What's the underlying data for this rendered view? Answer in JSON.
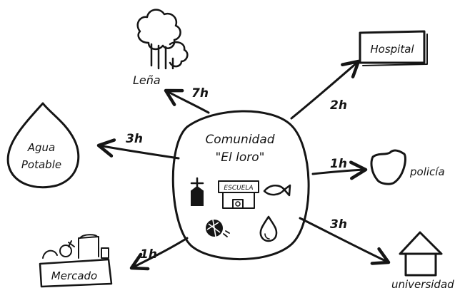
{
  "center": {
    "line1": "Comunidad",
    "line2": "\"El loro\"",
    "school_sign": "ESCUELA"
  },
  "destinations": [
    {
      "key": "lena",
      "label": "Leña",
      "time": "7h"
    },
    {
      "key": "hospital",
      "label": "Hospital",
      "time": "2h"
    },
    {
      "key": "agua",
      "label_line1": "Agua",
      "label_line2": "Potable",
      "time": "3h"
    },
    {
      "key": "policia",
      "label": "policía",
      "time": "1h"
    },
    {
      "key": "mercado",
      "label": "Mercado",
      "time": "1h"
    },
    {
      "key": "universidad",
      "label": "universidad",
      "time": "3h"
    }
  ]
}
